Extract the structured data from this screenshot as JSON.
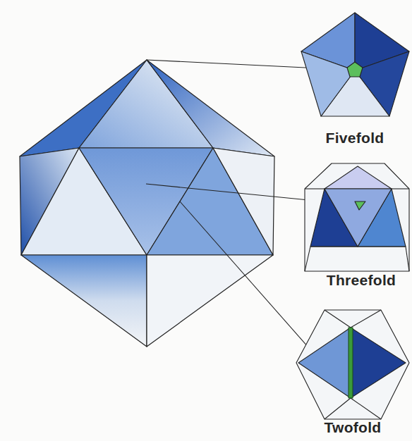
{
  "diagram": {
    "labels": [
      "Fivefold",
      "Threefold",
      "Twofold"
    ]
  }
}
